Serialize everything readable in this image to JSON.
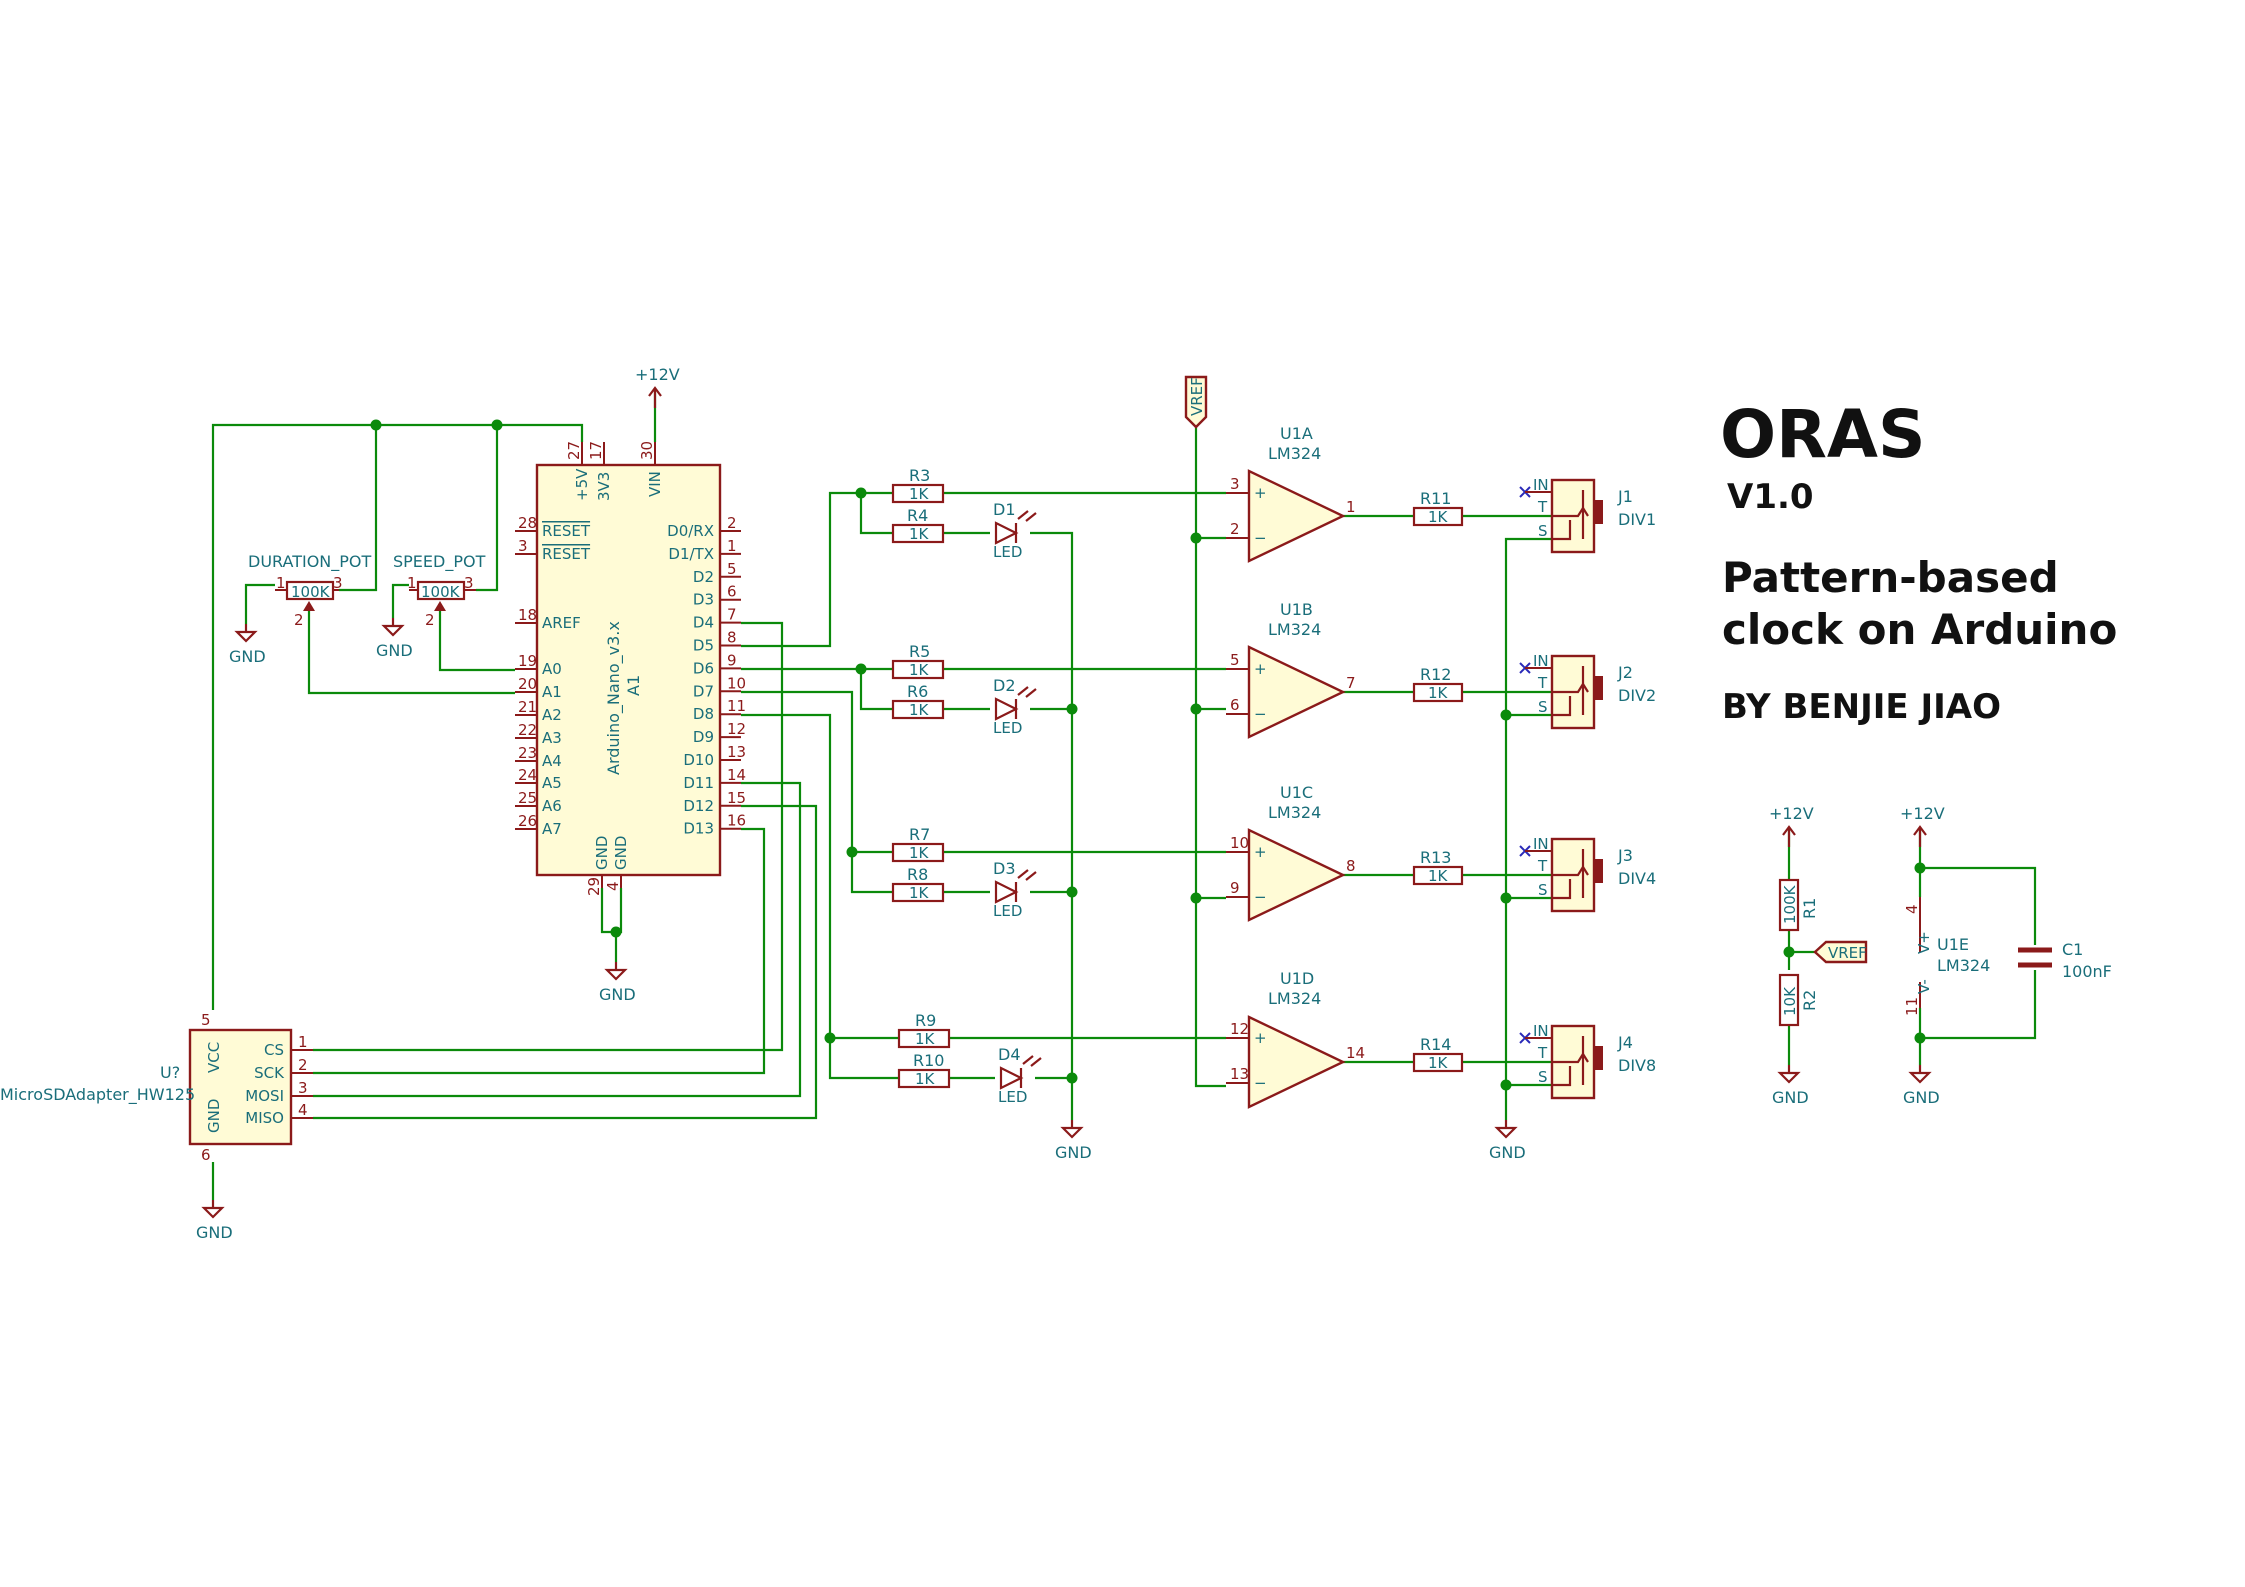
{
  "title": {
    "name": "ORAS",
    "version": "V1.0",
    "line1": "Pattern-based",
    "line2": "clock on Arduino",
    "author": "BY BENJIE JIAO"
  },
  "power": {
    "v12": "+12V",
    "gnd": "GND",
    "vref": "VREF"
  },
  "arduino": {
    "ref": "A1",
    "value": "Arduino_Nano_v3.x",
    "top_pins": [
      {
        "num": "27",
        "name": "+5V"
      },
      {
        "num": "17",
        "name": "3V3"
      },
      {
        "num": "30",
        "name": "VIN"
      }
    ],
    "bottom_pins": [
      {
        "num": "29",
        "name": "GND"
      },
      {
        "num": "4",
        "name": "GND"
      }
    ],
    "left_pins": [
      {
        "num": "28",
        "name": "RESET"
      },
      {
        "num": "3",
        "name": "RESET"
      },
      {
        "num": "18",
        "name": "AREF"
      },
      {
        "num": "19",
        "name": "A0"
      },
      {
        "num": "20",
        "name": "A1"
      },
      {
        "num": "21",
        "name": "A2"
      },
      {
        "num": "22",
        "name": "A3"
      },
      {
        "num": "23",
        "name": "A4"
      },
      {
        "num": "24",
        "name": "A5"
      },
      {
        "num": "25",
        "name": "A6"
      },
      {
        "num": "26",
        "name": "A7"
      }
    ],
    "right_pins": [
      {
        "num": "2",
        "name": "D0/RX"
      },
      {
        "num": "1",
        "name": "D1/TX"
      },
      {
        "num": "5",
        "name": "D2"
      },
      {
        "num": "6",
        "name": "D3"
      },
      {
        "num": "7",
        "name": "D4"
      },
      {
        "num": "8",
        "name": "D5"
      },
      {
        "num": "9",
        "name": "D6"
      },
      {
        "num": "10",
        "name": "D7"
      },
      {
        "num": "11",
        "name": "D8"
      },
      {
        "num": "12",
        "name": "D9"
      },
      {
        "num": "13",
        "name": "D10"
      },
      {
        "num": "14",
        "name": "D11"
      },
      {
        "num": "15",
        "name": "D12"
      },
      {
        "num": "16",
        "name": "D13"
      }
    ]
  },
  "pots": [
    {
      "name": "DURATION_POT",
      "value": "100K",
      "p1": "1",
      "p2": "2",
      "p3": "3"
    },
    {
      "name": "SPEED_POT",
      "value": "100K",
      "p1": "1",
      "p2": "2",
      "p3": "3"
    }
  ],
  "sd": {
    "ref": "U?",
    "value": "MicroSDAdapter_HW125",
    "vcc": "VCC",
    "vcc_num": "5",
    "gnd": "GND",
    "gnd_num": "6",
    "pins": [
      {
        "num": "1",
        "name": "CS"
      },
      {
        "num": "2",
        "name": "SCK"
      },
      {
        "num": "3",
        "name": "MOSI"
      },
      {
        "num": "4",
        "name": "MISO"
      }
    ]
  },
  "channels": [
    {
      "r_in": "R3",
      "r_in_val": "1K",
      "r_led": "R4",
      "r_led_val": "1K",
      "led": "D1",
      "led_val": "LED",
      "opamp": "U1A",
      "opamp_val": "LM324",
      "pin_plus": "3",
      "pin_minus": "2",
      "pin_out": "1",
      "r_out": "R11",
      "r_out_val": "1K",
      "jack": "J1",
      "jack_val": "DIV1"
    },
    {
      "r_in": "R5",
      "r_in_val": "1K",
      "r_led": "R6",
      "r_led_val": "1K",
      "led": "D2",
      "led_val": "LED",
      "opamp": "U1B",
      "opamp_val": "LM324",
      "pin_plus": "5",
      "pin_minus": "6",
      "pin_out": "7",
      "r_out": "R12",
      "r_out_val": "1K",
      "jack": "J2",
      "jack_val": "DIV2"
    },
    {
      "r_in": "R7",
      "r_in_val": "1K",
      "r_led": "R8",
      "r_led_val": "1K",
      "led": "D3",
      "led_val": "LED",
      "opamp": "U1C",
      "opamp_val": "LM324",
      "pin_plus": "10",
      "pin_minus": "9",
      "pin_out": "8",
      "r_out": "R13",
      "r_out_val": "1K",
      "jack": "J3",
      "jack_val": "DIV4"
    },
    {
      "r_in": "R9",
      "r_in_val": "1K",
      "r_led": "R10",
      "r_led_val": "1K",
      "led": "D4",
      "led_val": "LED",
      "opamp": "U1D",
      "opamp_val": "LM324",
      "pin_plus": "12",
      "pin_minus": "13",
      "pin_out": "14",
      "r_out": "R14",
      "r_out_val": "1K",
      "jack": "J4",
      "jack_val": "DIV8"
    }
  ],
  "jack_pins": {
    "in": "IN",
    "t": "T",
    "s": "S"
  },
  "opamp_signs": {
    "plus": "+",
    "minus": "−"
  },
  "vref_div": {
    "r1": "R1",
    "r1_val": "100K",
    "r2": "R2",
    "r2_val": "10K"
  },
  "u1e": {
    "ref": "U1E",
    "value": "LM324",
    "vplus": "V+",
    "vminus": "V-",
    "pin_vplus": "4",
    "pin_vminus": "11"
  },
  "cap": {
    "ref": "C1",
    "value": "100nF"
  }
}
